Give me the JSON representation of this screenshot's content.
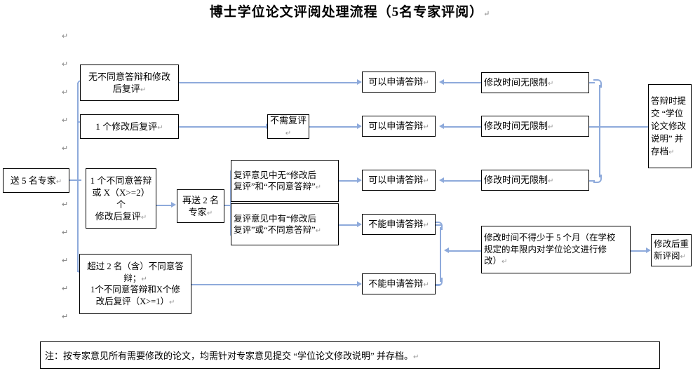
{
  "document": {
    "title": "博士学位论文评阅处理流程（5名专家评阅）",
    "title_pilcrow": "↵"
  },
  "pilcrow": "↵",
  "colors": {
    "connector": "#8eaadb",
    "box_border": "#000000",
    "background": "#ffffff",
    "text": "#000000",
    "pilcrow_gray": "#808080",
    "spell_underline": "#e03030"
  },
  "nodes": {
    "start": {
      "label": "送 5 名专家"
    },
    "outcome_1": {
      "label_line1": "无不同意答辩和修改",
      "label_line2": "后复评"
    },
    "outcome_2": {
      "label": "1 个修改后复评"
    },
    "outcome_3": {
      "label_line1": "1 个不同意答辩",
      "label_line2": "或 X（X>=2）个",
      "label_line3": "修改后复评"
    },
    "outcome_4": {
      "label_line1": "超过 2 名（含）不同意答",
      "label_line2": "辩；",
      "label_line3": "1个不同意答辩和X个修",
      "label_line4": "改后复评（X>=1）"
    },
    "no_recheck": {
      "label": "不需复评"
    },
    "resend": {
      "label_line1": "再送 2 名",
      "label_line2": "专家"
    },
    "recheck_none": {
      "label_line1": "复评意见中无“修改后",
      "label_line2": "复评”和“不同意答辩”"
    },
    "recheck_some": {
      "label_line1": "复评意见中有“修改后",
      "label_line2": "复评”或“不同意答辩”"
    },
    "can_apply_1": {
      "label": "可以申请答辩"
    },
    "can_apply_2": {
      "label": "可以申请答辩"
    },
    "can_apply_3": {
      "label": "可以申请答辩"
    },
    "cannot_apply_1": {
      "label": "不能申请答辩"
    },
    "cannot_apply_2": {
      "label": "不能申请答辩"
    },
    "unlimited_1": {
      "label": "修改时间无限制"
    },
    "unlimited_2": {
      "label": "修改时间无限制"
    },
    "unlimited_3": {
      "label": "修改时间无限制"
    },
    "min_five_months": {
      "label_line1": "修改时间不得少于 5 个月（在学校",
      "label_line2": "规定的年限内对学位论文进行修",
      "label_line3": "改）"
    },
    "submit_statement": {
      "label_line1": "答辩时提",
      "label_line2": "交 “学位",
      "label_line3": "论文修改",
      "label_line4": "说明” 并",
      "label_line5": "存档"
    },
    "re_review": {
      "label_line1": "修改后重",
      "label_line2": "新评阅"
    }
  },
  "note": {
    "text": "注：按专家意见所有需要修改的论文，均需针对专家意见提交 “学位论文修改说明” 并存档。"
  },
  "margin_marks": [
    "↵",
    "↵",
    "↵",
    "↵",
    "↵",
    "↵",
    "↵",
    "↵",
    "↵",
    "↵"
  ]
}
